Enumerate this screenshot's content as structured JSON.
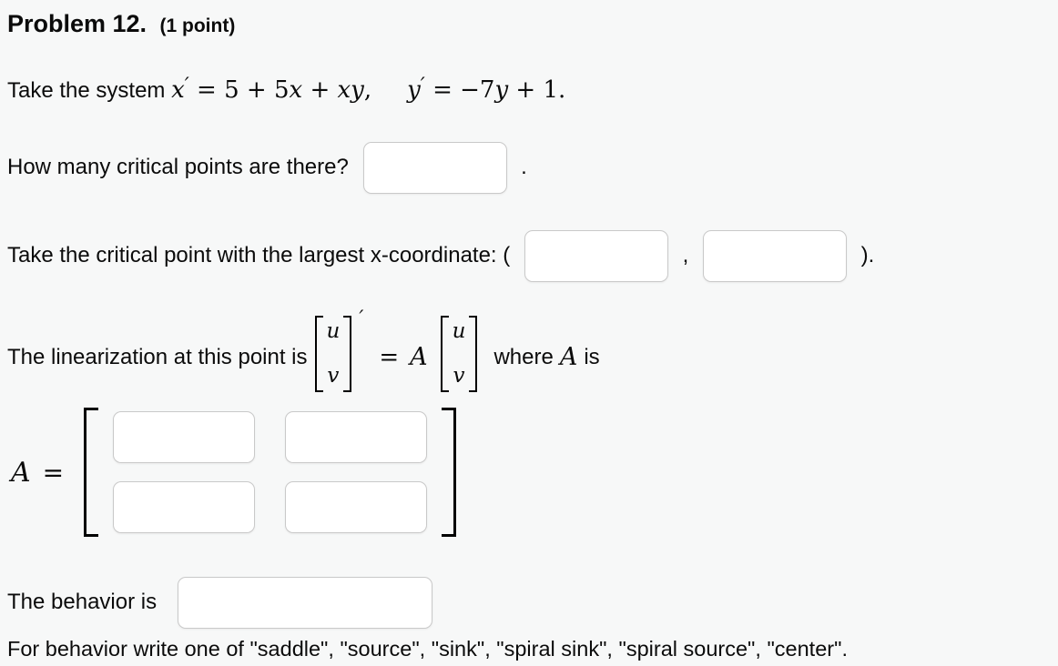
{
  "colors": {
    "background": "#f7f8f8",
    "input_border": "#c9c9c9",
    "bracket": "#000000",
    "text": "#0b0b0b"
  },
  "header": {
    "title": "Problem 12.",
    "points": "(1 point)"
  },
  "system": {
    "prefix": "Take the system",
    "eq1": [
      {
        "t": "x"
      },
      {
        "t": "′"
      },
      {
        "t": " = "
      },
      {
        "t": "5 + 5"
      },
      {
        "t": "x"
      },
      {
        "t": " + "
      },
      {
        "t": "xy"
      },
      {
        "t": ","
      }
    ],
    "eq2": [
      {
        "t": "y"
      },
      {
        "t": "′"
      },
      {
        "t": " = "
      },
      {
        "t": "−7"
      },
      {
        "t": "y"
      },
      {
        "t": " + "
      },
      {
        "t": "1."
      }
    ]
  },
  "q1": {
    "label": "How many critical points are there?",
    "value": "",
    "suffix": "."
  },
  "q2": {
    "label": "Take the critical point with the largest x-coordinate: (",
    "x_value": "",
    "separator": ",",
    "y_value": "",
    "suffix": ")."
  },
  "linearization": {
    "prefix": "The linearization at this point is",
    "vector_top": "u",
    "vector_bottom": "v",
    "prime": "′",
    "equals": "=",
    "matrix_name": "A",
    "where": "where",
    "where_matrix": "A",
    "is": "is"
  },
  "matrix": {
    "name": "A",
    "equals": "=",
    "cells": {
      "a11": "",
      "a12": "",
      "a21": "",
      "a22": ""
    }
  },
  "behavior": {
    "label": "The behavior is",
    "value": ""
  },
  "note": "For behavior write one of \"saddle\", \"source\", \"sink\", \"spiral sink\", \"spiral source\", \"center\"."
}
